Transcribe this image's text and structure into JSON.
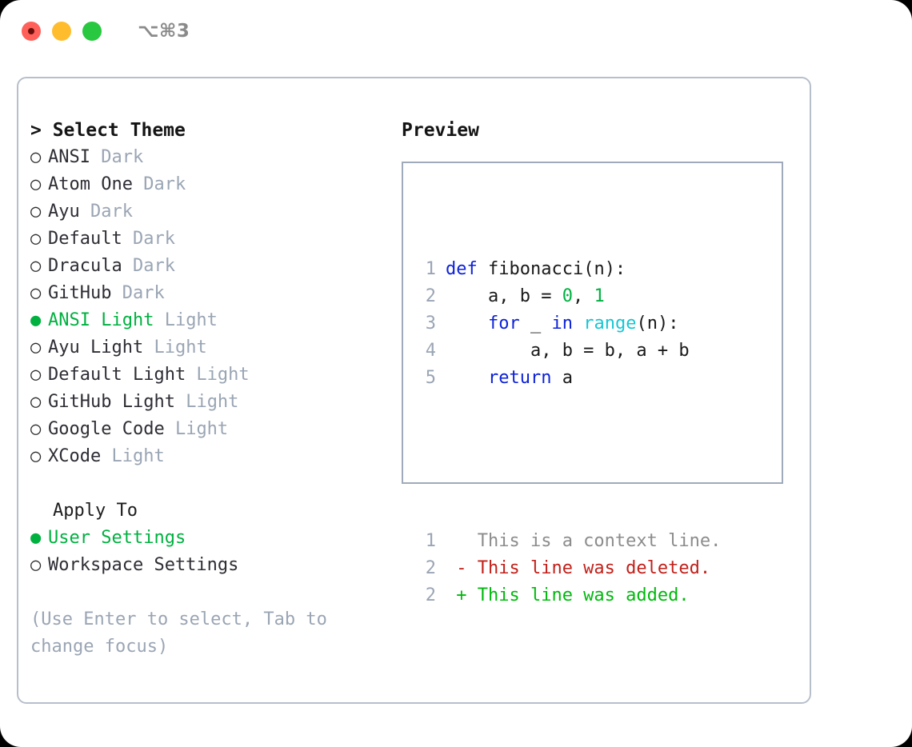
{
  "titlebar": {
    "lights": [
      {
        "name": "close",
        "color": "#ff6059"
      },
      {
        "name": "minimize",
        "color": "#ffbd2e"
      },
      {
        "name": "zoom",
        "color": "#28c840"
      }
    ],
    "shortcut": "⌥⌘3"
  },
  "theme_picker": {
    "heading": "> Select Theme",
    "selected_bullet": "●",
    "unselected_bullet": "○",
    "accent_color": "#00b140",
    "muted_color": "#9aa5b4",
    "options": [
      {
        "bullet": "○",
        "label": "ANSI",
        "suffix": "Dark",
        "selected": false
      },
      {
        "bullet": "○",
        "label": "Atom One",
        "suffix": "Dark",
        "selected": false
      },
      {
        "bullet": "○",
        "label": "Ayu",
        "suffix": "Dark",
        "selected": false
      },
      {
        "bullet": "○",
        "label": "Default",
        "suffix": "Dark",
        "selected": false
      },
      {
        "bullet": "○",
        "label": "Dracula",
        "suffix": "Dark",
        "selected": false
      },
      {
        "bullet": "○",
        "label": "GitHub",
        "suffix": "Dark",
        "selected": false
      },
      {
        "bullet": "●",
        "label": "ANSI Light",
        "suffix": "Light",
        "selected": true
      },
      {
        "bullet": "○",
        "label": "Ayu Light",
        "suffix": "Light",
        "selected": false
      },
      {
        "bullet": "○",
        "label": "Default Light",
        "suffix": "Light",
        "selected": false
      },
      {
        "bullet": "○",
        "label": "GitHub Light",
        "suffix": "Light",
        "selected": false
      },
      {
        "bullet": "○",
        "label": "Google Code",
        "suffix": "Light",
        "selected": false
      },
      {
        "bullet": "○",
        "label": "XCode",
        "suffix": "Light",
        "selected": false
      }
    ]
  },
  "apply_to": {
    "heading": "Apply To",
    "options": [
      {
        "bullet": "●",
        "label": "User Settings",
        "selected": true
      },
      {
        "bullet": "○",
        "label": "Workspace Settings",
        "selected": false
      }
    ]
  },
  "hint": "(Use Enter to select, Tab to change focus)",
  "preview": {
    "title": "Preview",
    "code_lines": [
      {
        "lineno": "1",
        "tokens": [
          {
            "text": "def",
            "type": "kw"
          },
          {
            "text": " fibonacci(n):",
            "type": "txt"
          }
        ]
      },
      {
        "lineno": "2",
        "tokens": [
          {
            "text": "    a, b = ",
            "type": "txt"
          },
          {
            "text": "0",
            "type": "num"
          },
          {
            "text": ", ",
            "type": "txt"
          },
          {
            "text": "1",
            "type": "num"
          }
        ]
      },
      {
        "lineno": "3",
        "tokens": [
          {
            "text": "    ",
            "type": "txt"
          },
          {
            "text": "for",
            "type": "kw"
          },
          {
            "text": " _ ",
            "type": "txt"
          },
          {
            "text": "in",
            "type": "kw"
          },
          {
            "text": " ",
            "type": "txt"
          },
          {
            "text": "range",
            "type": "fn"
          },
          {
            "text": "(n):",
            "type": "txt"
          }
        ]
      },
      {
        "lineno": "4",
        "tokens": [
          {
            "text": "        a, b = b, a + b",
            "type": "txt"
          }
        ]
      },
      {
        "lineno": "5",
        "tokens": [
          {
            "text": "    ",
            "type": "txt"
          },
          {
            "text": "return",
            "type": "kw"
          },
          {
            "text": " a",
            "type": "txt"
          }
        ]
      }
    ],
    "diff_lines": [
      {
        "lineno": "1",
        "tokens": [
          {
            "text": "   This is a context line.",
            "type": "ctx"
          }
        ]
      },
      {
        "lineno": "2",
        "tokens": [
          {
            "text": " - This line was deleted.",
            "type": "del"
          }
        ]
      },
      {
        "lineno": "2",
        "tokens": [
          {
            "text": " + This line was added.",
            "type": "add"
          }
        ]
      }
    ]
  }
}
